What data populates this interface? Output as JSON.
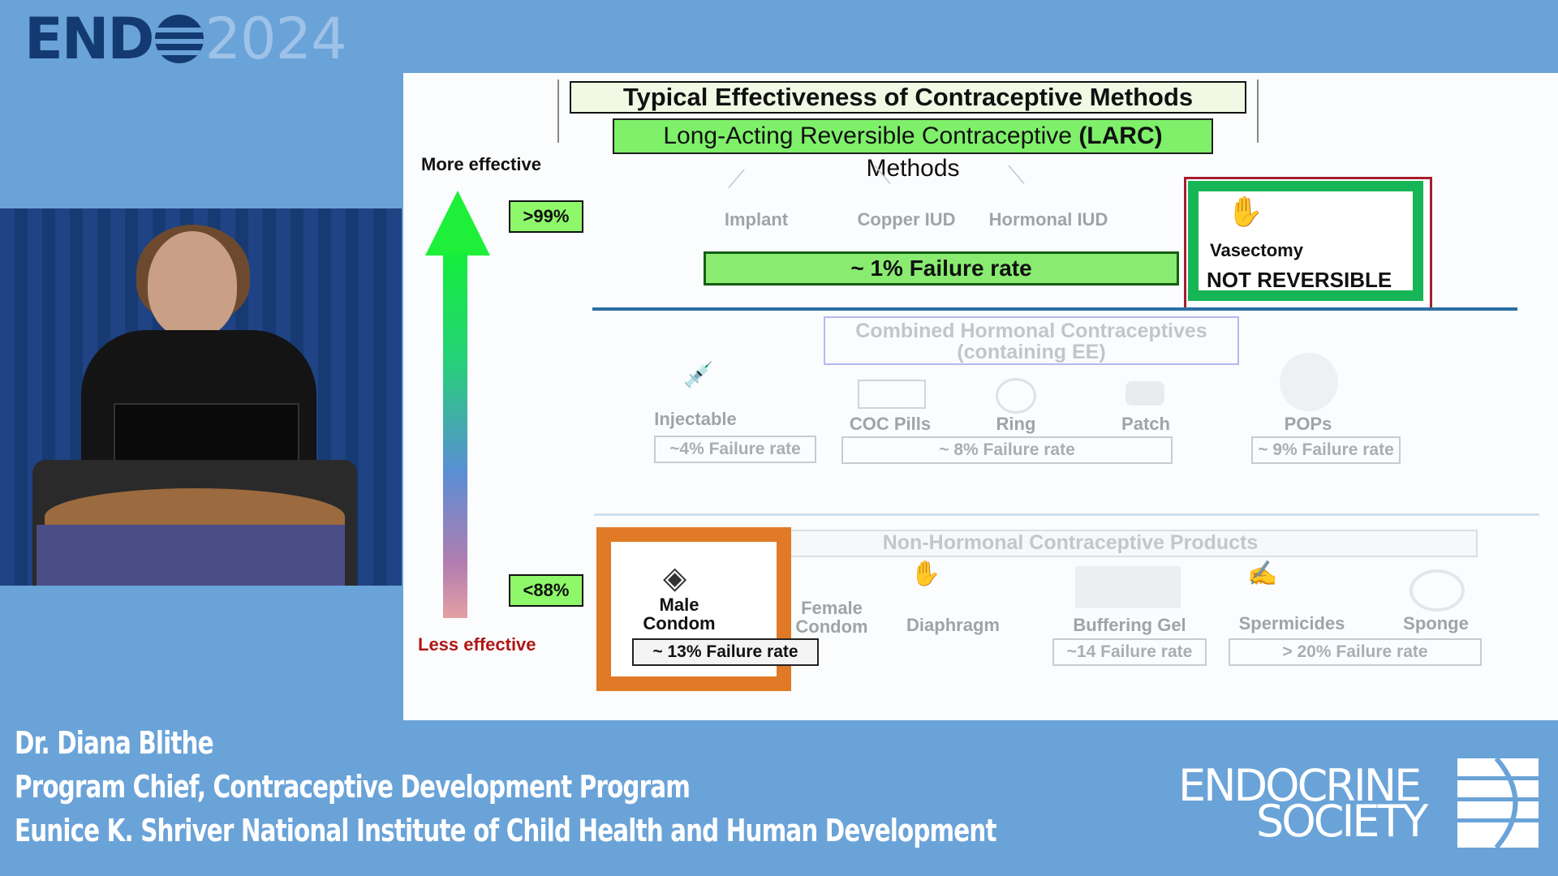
{
  "event_logo": {
    "word": "END",
    "year": "2024"
  },
  "slide": {
    "title": "Typical Effectiveness of Contraceptive Methods",
    "subtitle_pre": "Long-Acting Reversible Contraceptive ",
    "subtitle_bold": "(LARC)",
    "subtitle_post": " Methods",
    "more_effective": "More effective",
    "less_effective": "Less effective",
    "pct_high": ">99%",
    "pct_low": "<88%",
    "larc": {
      "items": [
        "Implant",
        "Copper IUD",
        "Hormonal IUD"
      ],
      "failure": "~ 1% Failure rate"
    },
    "vasectomy": {
      "label": "Vasectomy",
      "note": "NOT REVERSIBLE"
    },
    "chc": {
      "heading": "Combined Hormonal Contraceptives",
      "heading2": "(containing EE)",
      "injectable": "Injectable",
      "injectable_fail": "~4% Failure rate",
      "coc": "COC Pills",
      "ring": "Ring",
      "patch": "Patch",
      "combined_fail": "~ 8% Failure rate",
      "pops": "POPs",
      "pops_fail": "~ 9% Failure rate"
    },
    "nonhormonal": {
      "heading": "Non-Hormonal Contraceptive Products",
      "male_condom": "Male Condom",
      "male_fail": "~ 13% Failure rate",
      "female_condom": "Female Condom",
      "diaphragm": "Diaphragm",
      "buffering_gel": "Buffering Gel",
      "gel_fail": "~14 Failure rate",
      "spermicides": "Spermicides",
      "sponge": "Sponge",
      "sponge_fail": "> 20% Failure rate"
    }
  },
  "lower_third": {
    "name": "Dr. Diana Blithe",
    "title": "Program Chief, Contraceptive Development Program",
    "org": "Eunice K. Shriver National Institute of Child Health and Human Development"
  },
  "society_logo": {
    "line1": "ENDOCRINE",
    "line2": "SOCIETY"
  },
  "icons": [
    "globe-icon",
    "implant-icon",
    "iud-icon",
    "hands-icon",
    "syringe-icon",
    "pill-pack-icon",
    "ring-icon",
    "patch-icon",
    "pill-icon",
    "condom-icon",
    "diaphragm-icon",
    "gel-icon",
    "spermicide-icon",
    "sponge-icon",
    "society-mark-icon"
  ]
}
